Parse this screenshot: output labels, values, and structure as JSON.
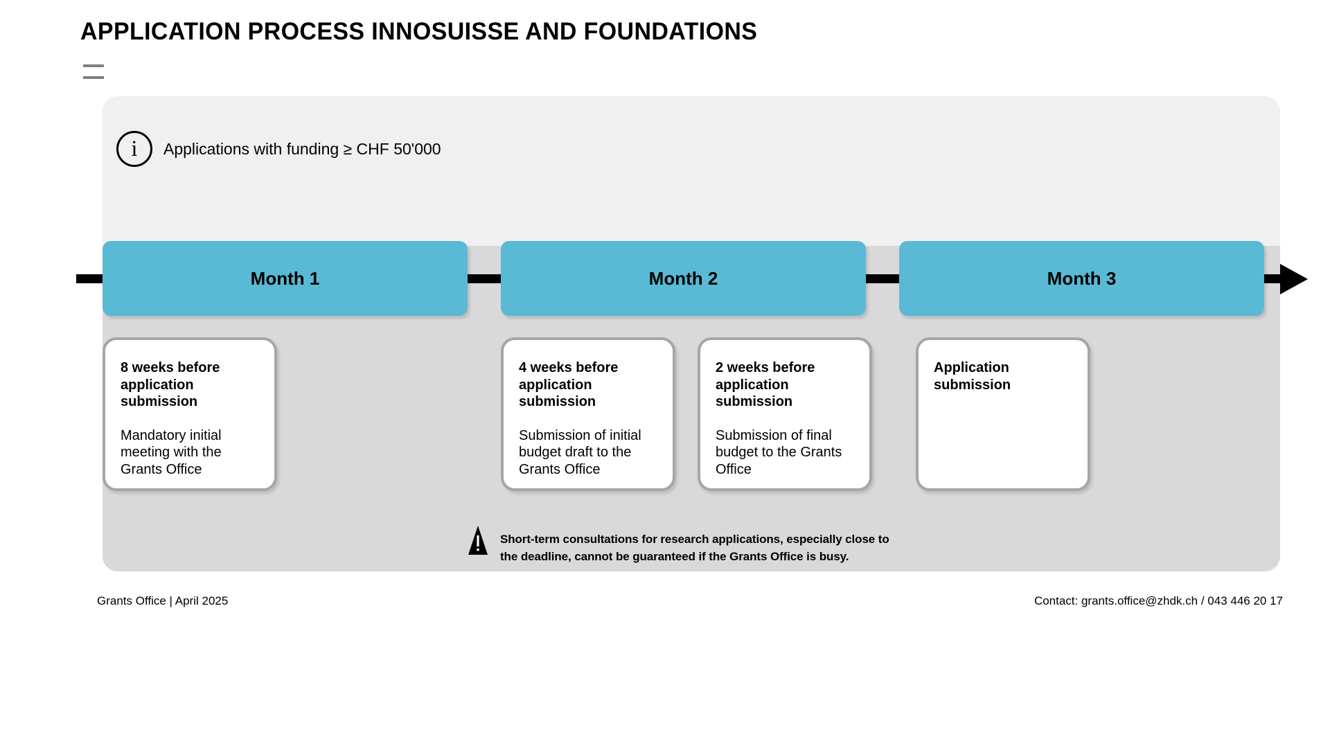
{
  "page": {
    "title": "APPLICATION PROCESS INNOSUISSE AND FOUNDATIONS"
  },
  "info_note": {
    "icon": "info-circle-icon",
    "text": "Applications with funding ≥ CHF 50'000"
  },
  "timeline": {
    "accent_color": "#5ab9d4",
    "arrow_color": "#000000",
    "months": [
      {
        "label": "Month 1"
      },
      {
        "label": "Month 2"
      },
      {
        "label": "Month 3"
      }
    ]
  },
  "steps": [
    {
      "title": "8 weeks before application submission",
      "body": "Mandatory initial meeting with the Grants Office"
    },
    {
      "title": "4 weeks before application submission",
      "body": "Submission of initial budget draft to the Grants Office"
    },
    {
      "title": "2 weeks before application submission",
      "body": "Submission of final budget to the Grants Office"
    },
    {
      "title": "Application submission",
      "body": ""
    }
  ],
  "warning_note": {
    "icon": "warning-triangle-icon",
    "text": "Short-term consultations for research applications, especially close to\nthe deadline, cannot be guaranteed if the Grants Office is busy."
  },
  "footer": {
    "left": "Grants Office | April 2025",
    "right": "Contact: grants.office@zhdk.ch / 043 446 20 17"
  }
}
